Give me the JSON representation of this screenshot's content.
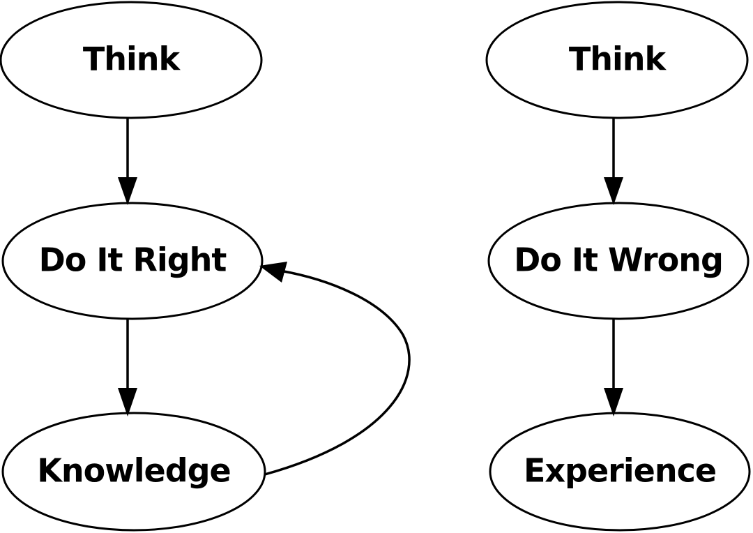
{
  "diagram": {
    "left_flow": {
      "think": "Think",
      "do_it_right": "Do It Right",
      "knowledge": "Knowledge"
    },
    "right_flow": {
      "think": "Think",
      "do_it_wrong": "Do It Wrong",
      "experience": "Experience"
    },
    "colors": {
      "stroke": "#000000",
      "fill": "#ffffff",
      "text": "#000000"
    }
  }
}
